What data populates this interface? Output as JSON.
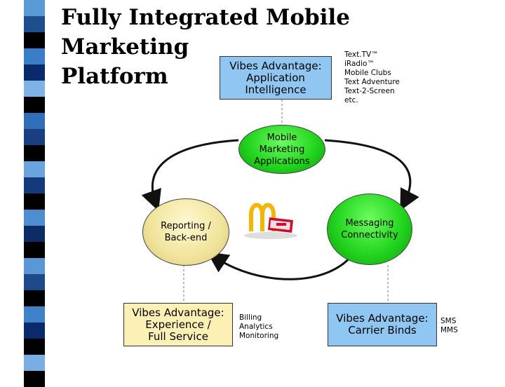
{
  "title": {
    "line1": "Fully Integrated Mobile Marketing",
    "line2": "Platform"
  },
  "stripe_colors": [
    "#5b9bd5",
    "#1f4e8c",
    "#000000",
    "#3a7dc9",
    "#0b2a6b",
    "#7fb3e6",
    "#000000",
    "#2e6fb8",
    "#1a3f80",
    "#000000",
    "#6aa3de",
    "#143a7a",
    "#000000",
    "#4d8ed0",
    "#0d2c66",
    "#000000",
    "#5a97d4",
    "#1e4a8a",
    "#000000",
    "#3f82c8",
    "#0b2a6b",
    "#000000",
    "#7aaee2",
    "#000000"
  ],
  "app_intelligence": {
    "line1": "Vibes Advantage:",
    "line2": "Application",
    "line3": "Intelligence"
  },
  "app_list": [
    "Text.TV™",
    "iRadio™",
    "Mobile Clubs",
    "Text Adventure",
    "Text-2-Screen",
    "etc."
  ],
  "center": {
    "line1": "Mobile",
    "line2": "Marketing",
    "line3": "Applications"
  },
  "reporting": {
    "line1": "Reporting /",
    "line2": "Back-end"
  },
  "messaging": {
    "line1": "Messaging",
    "line2": "Connectivity"
  },
  "experience": {
    "line1": "Vibes Advantage:",
    "line2": "Experience /",
    "line3": "Full Service"
  },
  "billing_list": [
    "Billing",
    "Analytics",
    "Monitoring"
  ],
  "carrier": {
    "line1": "Vibes Advantage:",
    "line2": "Carrier Binds"
  },
  "sms_list": [
    "SMS",
    "MMS"
  ],
  "colors": {
    "green": "#24d61f",
    "blue_box": "#8fc6f2",
    "tan_box": "#fdf0b5"
  },
  "logo": "mcdonalds-logo"
}
